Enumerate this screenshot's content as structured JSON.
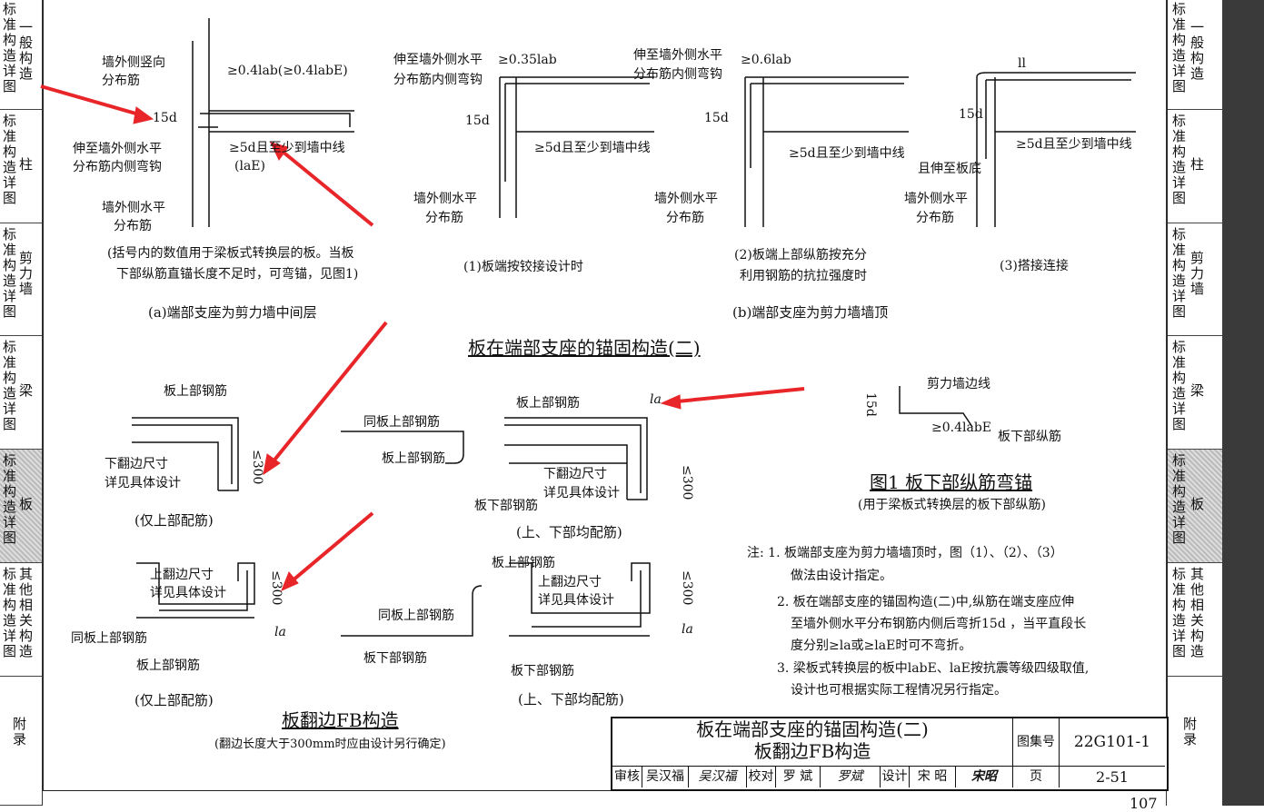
{
  "left_tabs": [
    {
      "v": "标准构造详图",
      "s": "一般构造"
    },
    {
      "v": "标准构造详图",
      "s": "柱"
    },
    {
      "v": "标准构造详图",
      "s": "剪力墙"
    },
    {
      "v": "标准构造详图",
      "s": "梁"
    },
    {
      "v": "标准构造详图",
      "s": "板"
    },
    {
      "v": "标准构造详图",
      "s": "其他相关构造"
    },
    {
      "v": "附录",
      "s": ""
    }
  ],
  "labels": {
    "a1": "墙外侧竖向",
    "a2": "分布筋",
    "a3": "≥0.4lab(≥0.4labE)",
    "a4": "15d",
    "a5": "伸至墙外侧水平",
    "a6": "分布筋内侧弯钩",
    "a7": "≥5d且至少到墙中线",
    "a8": "(laE)",
    "a9": "墙外侧水平",
    "a10": "分布筋",
    "a11": "(括号内的数值用于梁板式转换层的板。当板",
    "a12": "下部纵筋直锚长度不足时，可弯锚，见图1)",
    "a13": "(a)端部支座为剪力墙中间层",
    "b1": "伸至墙外侧水平",
    "b2": "分布筋内侧弯钩",
    "b3": "≥0.35lab",
    "b4": "15d",
    "b5": "≥5d且至少到墙中线",
    "b6": "墙外侧水平",
    "b7": "分布筋",
    "b8": "(1)板端按铰接设计时",
    "c1": "伸至墙外侧水平",
    "c2": "分布筋内侧弯钩",
    "c3": "≥0.6lab",
    "c4": "15d",
    "c5": "≥5d且至少到墙中线",
    "c6": "墙外侧水平",
    "c7": "分布筋",
    "c8": "(2)板端上部纵筋按充分",
    "c9": "利用钢筋的抗拉强度时",
    "d1": "ll",
    "d2": "15d",
    "d3": "≥5d且至少到墙中线",
    "d4": "且伸至板底",
    "d5": "墙外侧水平",
    "d6": "分布筋",
    "d7": "(3)搭接连接",
    "b_caption": "(b)端部支座为剪力墙墙顶",
    "main_title": "板在端部支座的锚固构造(二)",
    "f1": "板上部钢筋",
    "f2": "下翻边尺寸",
    "f3": "详见具体设计",
    "f4": "≤300",
    "f5": "(仅上部配筋)",
    "g1": "板上部钢筋",
    "g2": "同板上部钢筋",
    "g3": "板上部钢筋",
    "g4": "la",
    "g5": "下翻边尺寸",
    "g6": "详见具体设计",
    "g7": "板下部钢筋",
    "g8": "≤300",
    "g9": "(上、下部均配筋)",
    "h1": "上翻边尺寸",
    "h2": "详见具体设计",
    "h3": "≤300",
    "h4": "同板上部钢筋",
    "h5": "板上部钢筋",
    "h6": "la",
    "h7": "(仅上部配筋)",
    "i1": "板上部钢筋",
    "i2": "上翻边尺寸",
    "i3": "详见具体设计",
    "i4": "同板上部钢筋",
    "i5": "≤300",
    "i6": "板下部钢筋",
    "i7": "板下部钢筋",
    "i8": "la",
    "i9": "(上、下部均配筋)",
    "fb_title": "板翻边FB构造",
    "fb_sub": "(翻边长度大于300mm时应由设计另行确定)",
    "fig1_1": "剪力墙边线",
    "fig1_2": "15d",
    "fig1_3": "≥0.4labE",
    "fig1_4": "板下部纵筋",
    "fig1_title": "图1  板下部纵筋弯锚",
    "fig1_sub": "(用于梁板式转换层的板下部纵筋)"
  },
  "notes": [
    "注: 1. 板端部支座为剪力墙墙顶时，图（1）、（2）、（3）",
    "做法由设计指定。",
    "2. 板在端部支座的锚固构造(二)中,纵筋在端支座应伸",
    "至墙外侧水平分布钢筋内侧后弯折15d ，当平直段长",
    "度分别≥la或≥laE时可不弯折。",
    "3. 梁板式转换层的板中labE、laE按抗震等级四级取值,",
    "设计也可根据实际工程情况另行指定。"
  ],
  "title_block": {
    "title1": "板在端部支座的锚固构造(二)",
    "title2": "板翻边FB构造",
    "atlas_label": "图集号",
    "atlas_no": "22G101-1",
    "review": "审核",
    "reviewer": "吴汉福",
    "reviewer_sig": "吴汉福",
    "check": "校对",
    "checker": "罗 斌",
    "checker_sig": "罗斌",
    "design": "设计",
    "designer": "宋 昭",
    "designer_sig": "宋昭",
    "page_label": "页",
    "page_no": "2-51"
  },
  "page_number": "107",
  "colors": {
    "arrow": "#e8262a"
  }
}
